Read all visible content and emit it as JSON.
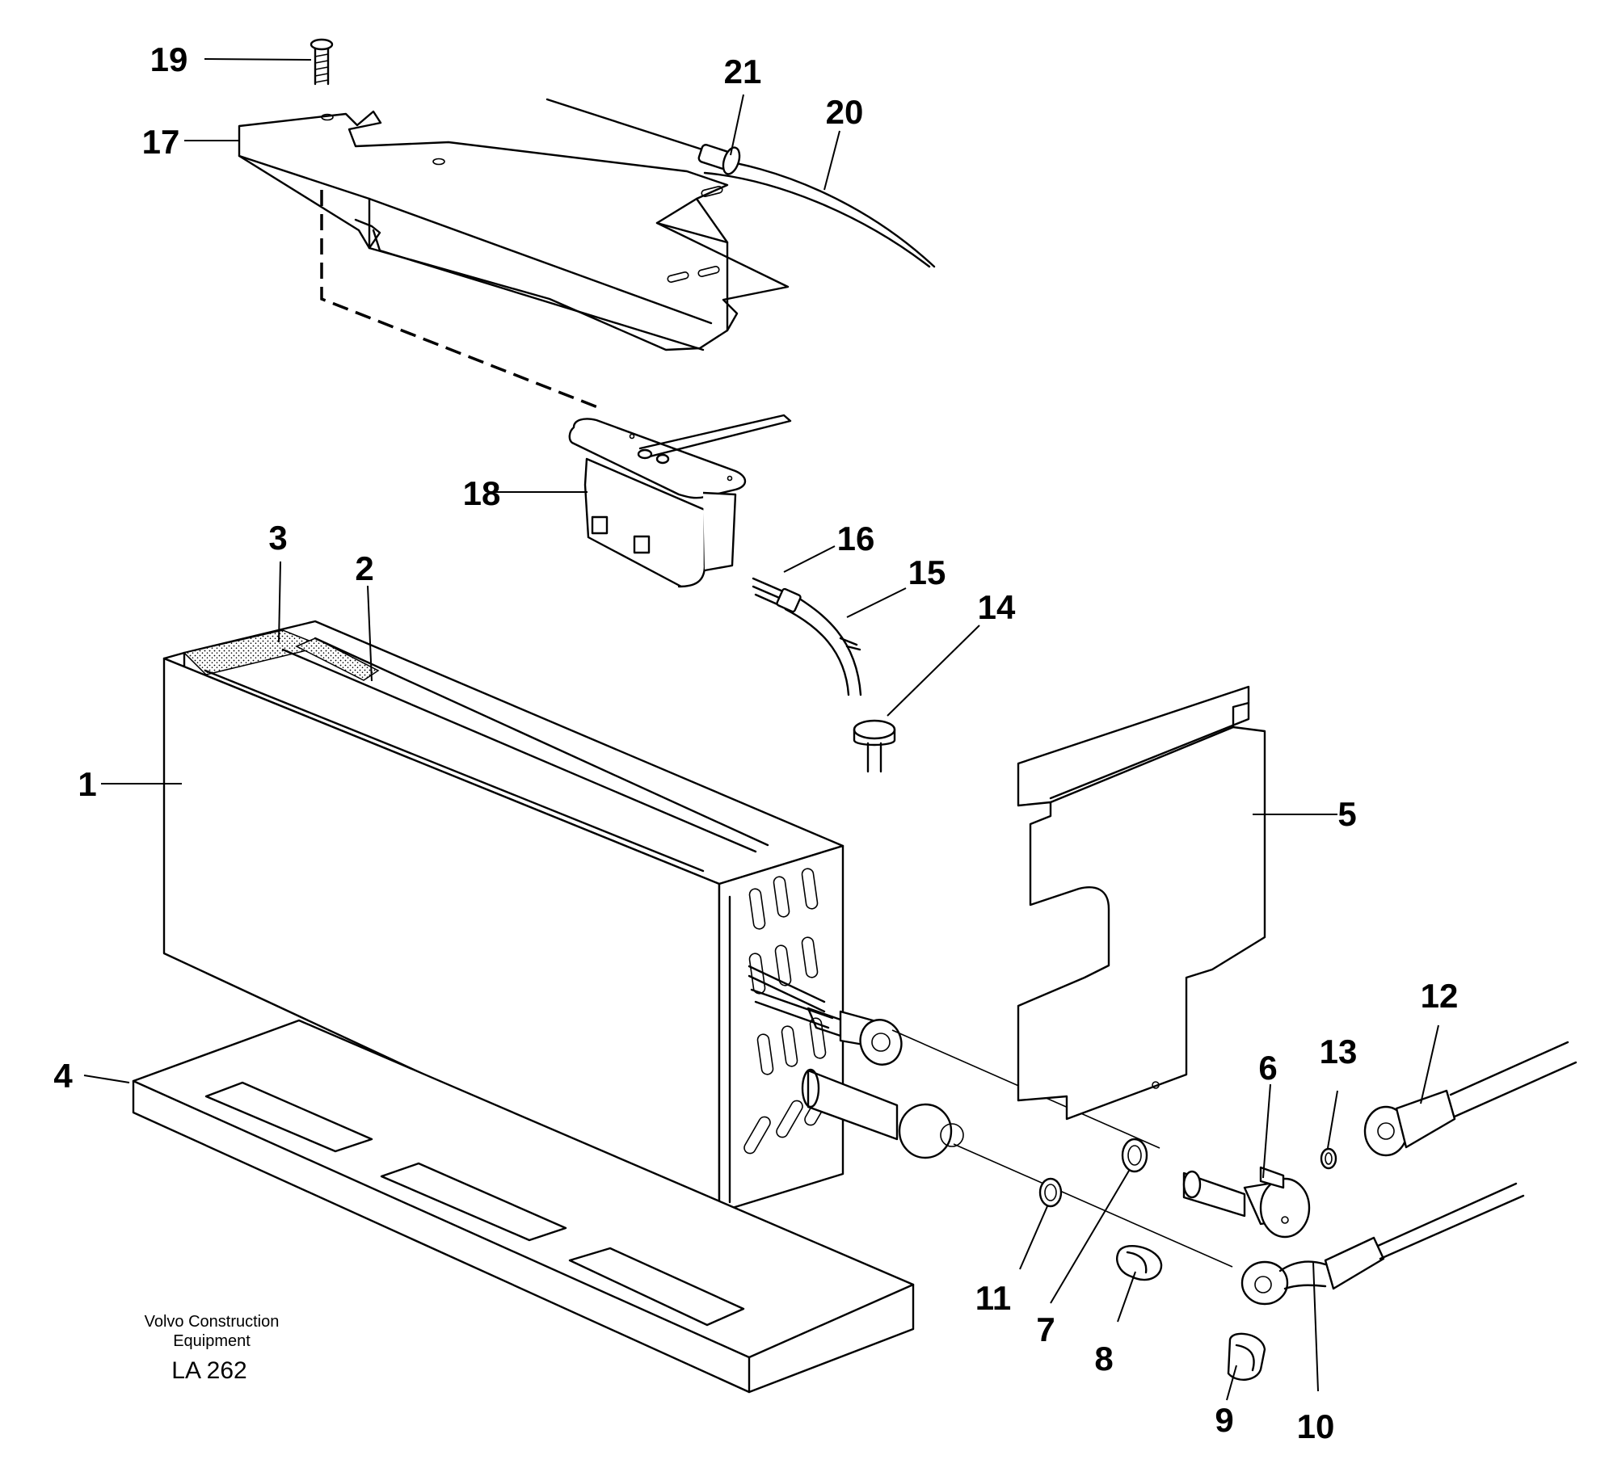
{
  "diagram": {
    "callouts": [
      {
        "id": "1",
        "text": "1"
      },
      {
        "id": "2",
        "text": "2"
      },
      {
        "id": "3",
        "text": "3"
      },
      {
        "id": "4",
        "text": "4"
      },
      {
        "id": "5",
        "text": "5"
      },
      {
        "id": "6",
        "text": "6"
      },
      {
        "id": "7",
        "text": "7"
      },
      {
        "id": "8",
        "text": "8"
      },
      {
        "id": "9",
        "text": "9"
      },
      {
        "id": "10",
        "text": "10"
      },
      {
        "id": "11",
        "text": "11"
      },
      {
        "id": "12",
        "text": "12"
      },
      {
        "id": "13",
        "text": "13"
      },
      {
        "id": "14",
        "text": "14"
      },
      {
        "id": "15",
        "text": "15"
      },
      {
        "id": "16",
        "text": "16"
      },
      {
        "id": "17",
        "text": "17"
      },
      {
        "id": "18",
        "text": "18"
      },
      {
        "id": "19",
        "text": "19"
      },
      {
        "id": "20",
        "text": "20"
      },
      {
        "id": "21",
        "text": "21"
      }
    ],
    "credit_line1": "Volvo Construction",
    "credit_line2": "Equipment",
    "drawing_code": "LA 262"
  }
}
